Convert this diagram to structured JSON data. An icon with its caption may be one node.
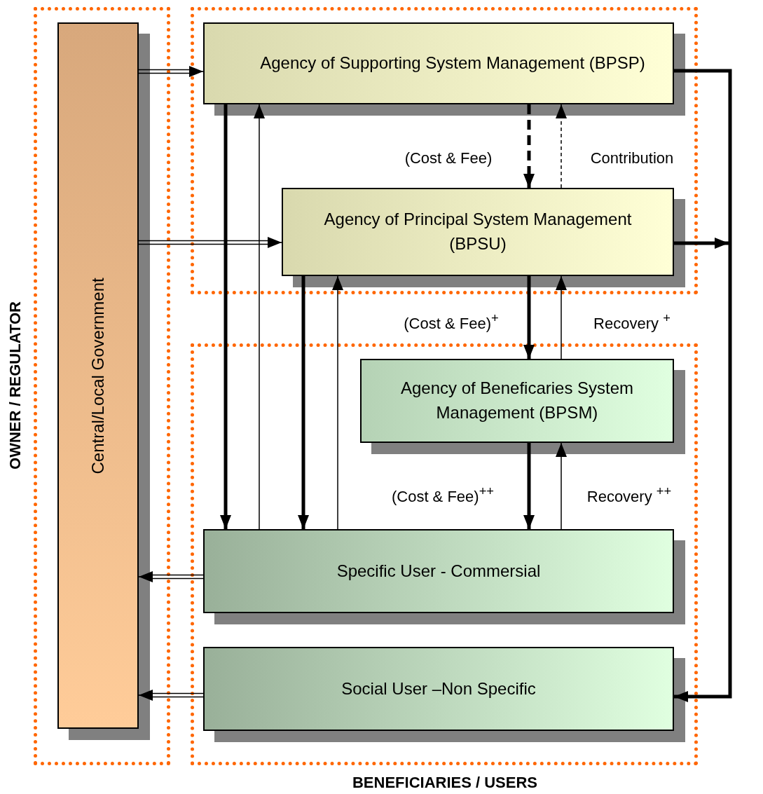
{
  "diagram": {
    "nodes": [
      {
        "text": [],
        "shape": "box"
      },
      {
        "text": [],
        "shape": "box"
      },
      {
        "text": [],
        "shape": "box"
      },
      {
        "text": [
          "Central/Local Government"
        ],
        "in": 0
      },
      {
        "text": [
          "Agency of Supporting System Management (BPSP)"
        ],
        "in": 1
      },
      {
        "text": [
          "Agency of Principal System Management (BPSU)"
        ],
        "in": 1
      },
      {
        "text": [
          "Agency of Beneficaries System Management (BPSM)"
        ],
        "in": 2
      },
      {
        "text": [
          "Specific User - Commersial"
        ],
        "in": 2
      },
      {
        "text": [
          "Social User –Non Specific"
        ],
        "in": 2
      }
    ],
    "edges": [
      {
        "from": 3,
        "to": 4,
        "arrow": "to"
      },
      {
        "from": 3,
        "to": 5,
        "arrow": "to"
      },
      {
        "from": 7,
        "to": 3,
        "arrow": "to"
      },
      {
        "from": 8,
        "to": 3,
        "arrow": "to"
      },
      {
        "from": 4,
        "to": 7,
        "arrow": "to",
        "style": "thick"
      },
      {
        "from": 7,
        "to": 4,
        "arrow": "to"
      },
      {
        "from": 5,
        "to": 7,
        "arrow": "to",
        "style": "thick"
      },
      {
        "from": 7,
        "to": 5,
        "arrow": "to"
      },
      {
        "from": 4,
        "to": 5,
        "arrow": "to",
        "style": "dashed",
        "label": "(Cost & Fee)"
      },
      {
        "from": 5,
        "to": 4,
        "arrow": "to",
        "style": "dashed",
        "label": "Contribution"
      },
      {
        "from": 5,
        "to": 6,
        "arrow": "to",
        "style": "thick",
        "label": "(Cost & Fee)$^{+}$"
      },
      {
        "from": 6,
        "to": 5,
        "arrow": "to",
        "label": "Recovery $^{+}$"
      },
      {
        "from": 6,
        "to": 7,
        "arrow": "to",
        "style": "thick",
        "label": "(Cost & Fee)$^{++}$"
      },
      {
        "from": 7,
        "to": 6,
        "arrow": "to",
        "label": "Recovery $^{++}$"
      },
      {
        "from": 4,
        "to": 8,
        "arrow": "to",
        "style": "thick"
      },
      {
        "from": 5,
        "to": 8,
        "arrow": "to",
        "style": "thick"
      }
    ],
    "labels": [
      "OWNER / REGULATOR",
      "BENEFICIARIES / USERS"
    ]
  }
}
